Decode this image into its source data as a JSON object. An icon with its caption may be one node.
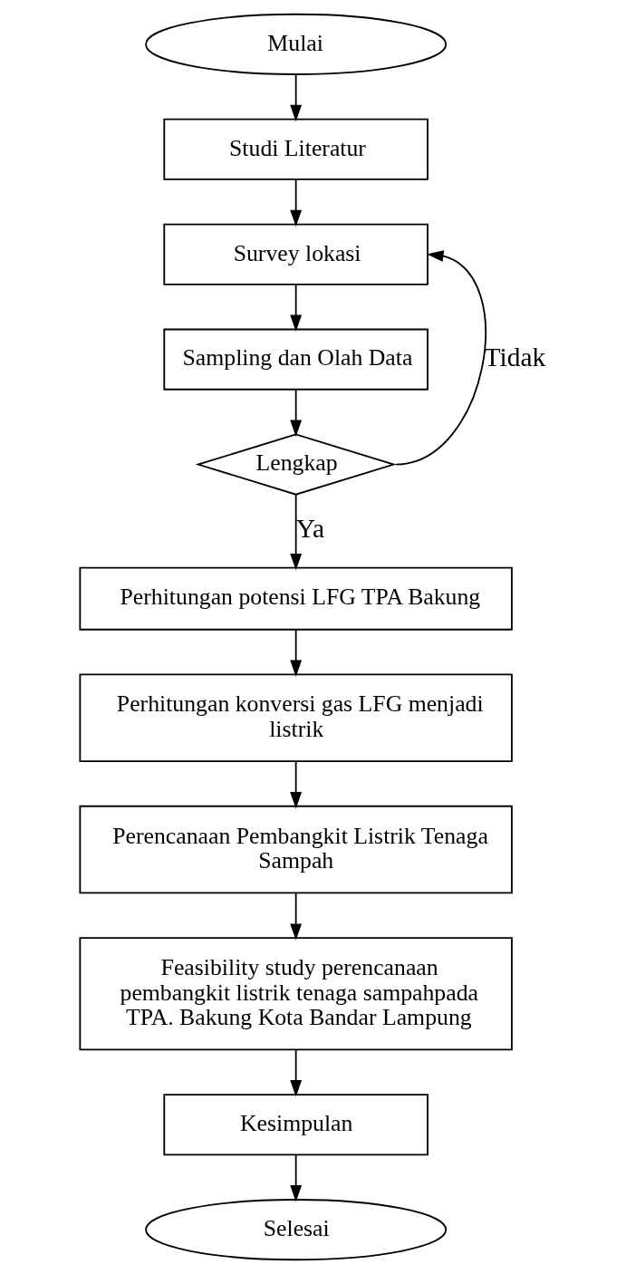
{
  "diagram": {
    "nodes": [
      {
        "text": [
          "Mulai"
        ]
      },
      {
        "text": [
          "Studi Literatur"
        ]
      },
      {
        "text": [
          "Survey lokasi"
        ]
      },
      {
        "text": [
          "Sampling dan Olah Data"
        ]
      },
      {
        "text": [
          "Lengkap"
        ]
      },
      {
        "text": [
          "Perhitungan potensi LFG TPA Bakung"
        ]
      },
      {
        "text": [
          "Perhitungan konversi gas LFG menjadi listrik"
        ]
      },
      {
        "text": [
          "Perencanaan Pembangkit Listrik Tenaga Sampah"
        ]
      },
      {
        "text": [
          "Feasibility study perencanaan pembangkit listrik tenaga sampahpada TPA. Bakung Kota Bandar Lampung"
        ]
      },
      {
        "text": [
          "Kesimpulan"
        ]
      },
      {
        "text": [
          "Selesai"
        ]
      }
    ],
    "edges": [
      {
        "from": 0,
        "to": 1,
        "arrow": "to"
      },
      {
        "from": 1,
        "to": 2,
        "arrow": "to"
      },
      {
        "from": 2,
        "to": 3,
        "arrow": "to"
      },
      {
        "from": 3,
        "to": 4,
        "arrow": "to"
      },
      {
        "from": 4,
        "to": 5,
        "arrow": "to",
        "label": "Ya"
      },
      {
        "from": 4,
        "to": 2,
        "arrow": "to",
        "label": "Tidak"
      },
      {
        "from": 5,
        "to": 6,
        "arrow": "to"
      },
      {
        "from": 6,
        "to": 7,
        "arrow": "to"
      },
      {
        "from": 7,
        "to": 8,
        "arrow": "to"
      },
      {
        "from": 8,
        "to": 9,
        "arrow": "to"
      },
      {
        "from": 9,
        "to": 10,
        "arrow": "to"
      }
    ]
  }
}
